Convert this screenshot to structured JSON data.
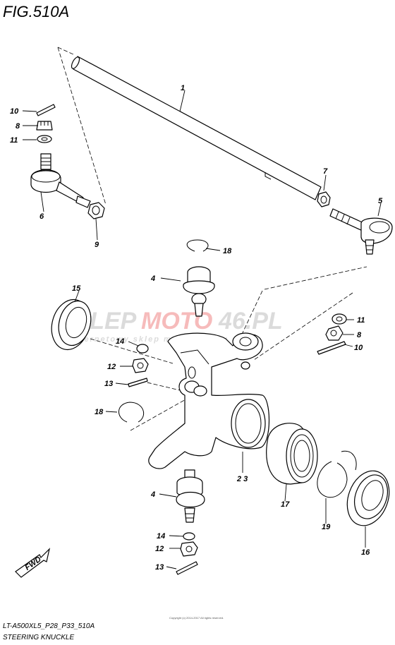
{
  "title": "FIG.510A",
  "footer": {
    "code": "LT-A500XL5_P28_P33_510A",
    "name": "STEERING KNUCKLE",
    "copyright": "Copyright (c) 2014-2017 All rights reserved."
  },
  "watermark": {
    "part1": "SKLEP",
    "part2": "MOTO",
    "part3": "46.PL",
    "tagline": "internetowy sklep motocyklowy"
  },
  "fwd_label": "FWD",
  "callouts": {
    "c1": "1",
    "c2_3": "2  3",
    "c4a": "4",
    "c4b": "4",
    "c5": "5",
    "c6": "6",
    "c7": "7",
    "c8a": "8",
    "c8b": "8",
    "c9": "9",
    "c10a": "10",
    "c10b": "10",
    "c11a": "11",
    "c11b": "11",
    "c12a": "12",
    "c12b": "12",
    "c13a": "13",
    "c13b": "13",
    "c14a": "14",
    "c14b": "14",
    "c15": "15",
    "c16": "16",
    "c17": "17",
    "c18a": "18",
    "c18b": "18",
    "c19": "19"
  }
}
